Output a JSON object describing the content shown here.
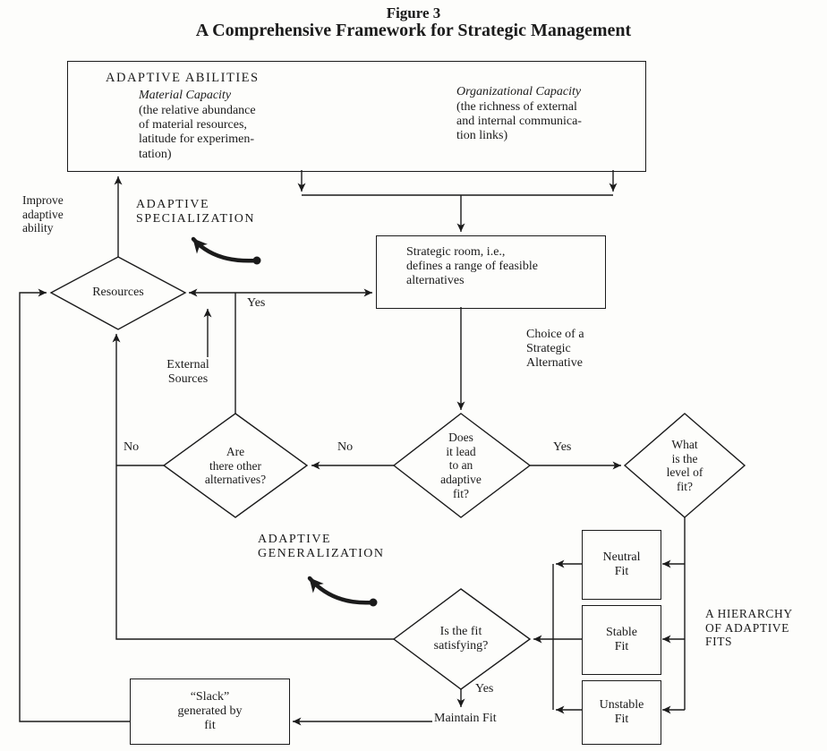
{
  "figure": {
    "label": "Figure 3",
    "title": "A Comprehensive Framework for Strategic Management"
  },
  "top_box": {
    "title": "ADAPTIVE ABILITIES",
    "material_heading": "Material Capacity",
    "material_body": "(the relative abundance\nof material resources,\nlatitude for experimen-\ntation)",
    "org_heading": "Organizational Capacity",
    "org_body": "(the richness of external\nand internal communica-\ntion links)"
  },
  "nodes": {
    "improve": "Improve\nadaptive\nability",
    "adaptive_specialization": "ADAPTIVE\nSPECIALIZATION",
    "resources": "Resources",
    "external_sources": "External\nSources",
    "strategic_room": "Strategic room, i.e.,\ndefines a range of feasible\nalternatives",
    "choice": "Choice of a\nStrategic\nAlternative",
    "alternatives_q": "Are\nthere other\nalternatives?",
    "adaptive_fit_q": "Does\nit lead\nto an\nadaptive\nfit?",
    "level_q": "What\nis the\nlevel of\nfit?",
    "adaptive_generalization": "ADAPTIVE\nGENERALIZATION",
    "neutral_fit": "Neutral\nFit",
    "stable_fit": "Stable\nFit",
    "unstable_fit": "Unstable\nFit",
    "hierarchy": "A HIERARCHY\nOF ADAPTIVE\nFITS",
    "satisfying_q": "Is the fit\nsatisfying?",
    "maintain_fit": "Maintain Fit",
    "slack": "“Slack”\ngenerated by\nfit"
  },
  "edge_labels": {
    "yes_alternatives": "Yes",
    "no_find_alternatives": "No",
    "no_loop": "No",
    "yes_level": "Yes",
    "yes_maintain": "Yes"
  },
  "colors": {
    "ink": "#1b1b1b",
    "paper": "#fdfdfb"
  }
}
